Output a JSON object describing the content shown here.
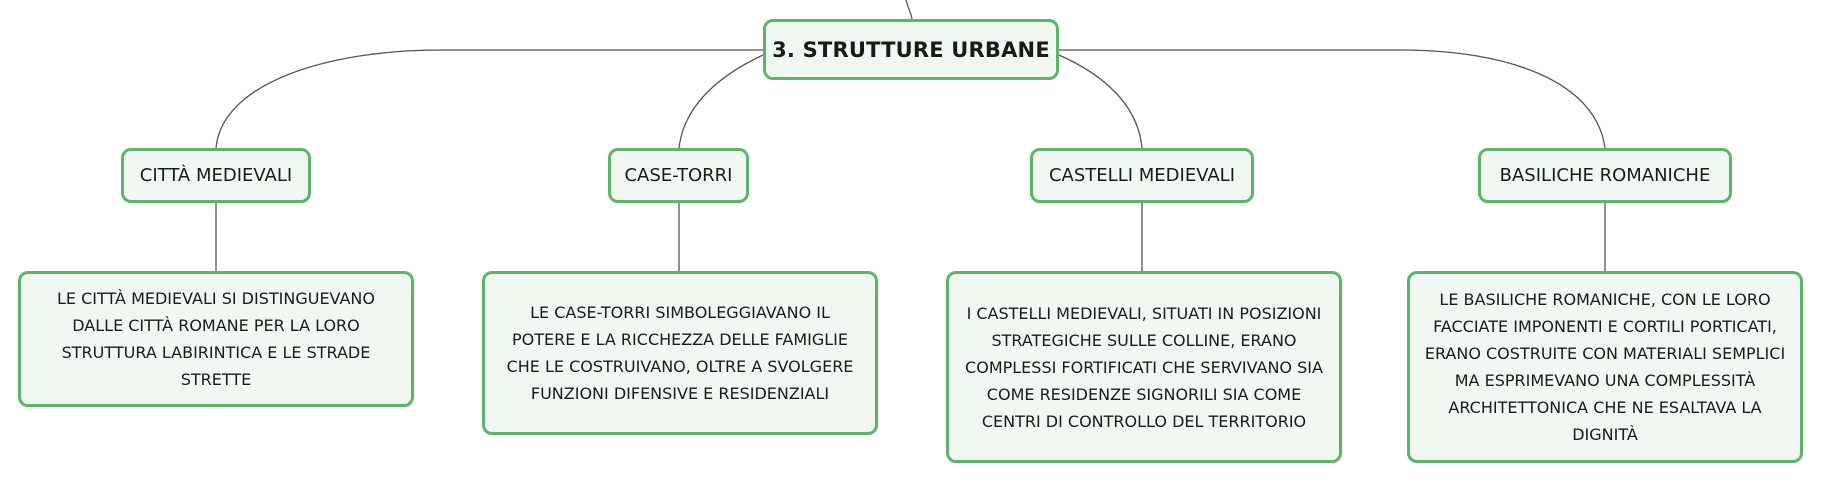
{
  "root": {
    "label": "3. STRUTTURE URBANE"
  },
  "topics": [
    {
      "label": "CITTÀ MEDIEVALI",
      "detail": "LE CITTÀ MEDIEVALI SI DISTINGUEVANO DALLE CITTÀ ROMANE PER LA LORO STRUTTURA LABIRINTICA E LE STRADE STRETTE"
    },
    {
      "label": "CASE-TORRI",
      "detail": "LE CASE-TORRI SIMBOLEGGIAVANO IL POTERE E LA RICCHEZZA DELLE FAMIGLIE CHE LE COSTRUIVANO, OLTRE A SVOLGERE FUNZIONI DIFENSIVE E RESIDENZIALI"
    },
    {
      "label": "CASTELLI MEDIEVALI",
      "detail": "I CASTELLI MEDIEVALI, SITUATI IN POSIZIONI STRATEGICHE SULLE COLLINE, ERANO COMPLESSI FORTIFICATI CHE SERVIVANO SIA COME RESIDENZE SIGNORILI SIA COME CENTRI DI CONTROLLO DEL TERRITORIO"
    },
    {
      "label": "BASILICHE ROMANICHE",
      "detail": "LE BASILICHE ROMANICHE, CON LE LORO FACCIATE IMPONENTI E CORTILI PORTICATI, ERANO COSTRUITE CON MATERIALI SEMPLICI MA ESPRIMEVANO UNA COMPLESSITÀ ARCHITETTONICA CHE NE ESALTAVA LA DIGNITÀ"
    }
  ],
  "colors": {
    "border": "#5cb566",
    "fill": "#f1f8f2",
    "connector": "#555555"
  }
}
